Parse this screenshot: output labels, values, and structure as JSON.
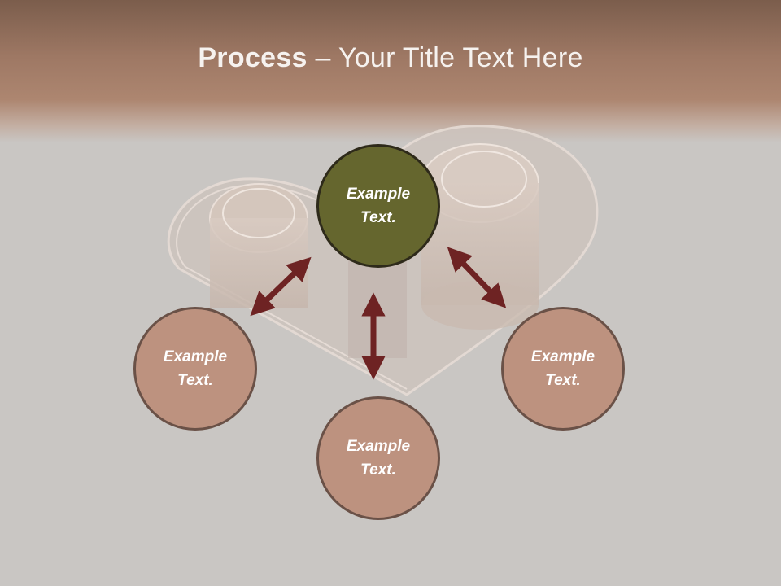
{
  "title": {
    "bold": "Process",
    "rest": " – Your Title Text Here"
  },
  "nodes": {
    "center": {
      "line1": "Example",
      "line2": "Text."
    },
    "left": {
      "line1": "Example",
      "line2": "Text."
    },
    "bottom": {
      "line1": "Example",
      "line2": "Text."
    },
    "right": {
      "line1": "Example",
      "line2": "Text."
    }
  },
  "colors": {
    "header": "#9e7864",
    "background": "#c9c6c3",
    "center_node": "#65662e",
    "outer_node": "#bd927f",
    "arrow": "#6e2323"
  }
}
